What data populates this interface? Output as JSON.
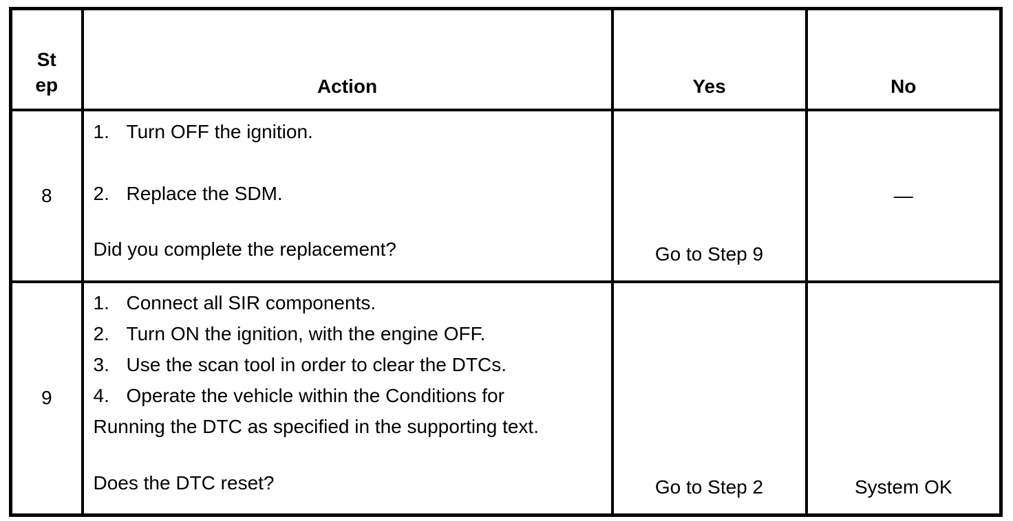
{
  "colors": {
    "border": "#000000",
    "text": "#000000",
    "background": "#ffffff"
  },
  "table": {
    "headers": {
      "step_lines": [
        "St",
        "ep"
      ],
      "action": "Action",
      "yes": "Yes",
      "no": "No"
    },
    "rows": [
      {
        "step": "8",
        "items": [
          {
            "num": "1.",
            "text": "Turn OFF the ignition."
          },
          {
            "num": "2.",
            "text": "Replace the SDM."
          }
        ],
        "question": "Did you complete the replacement?",
        "yes": "Go to Step 9",
        "no": "—"
      },
      {
        "step": "9",
        "items": [
          {
            "num": "1.",
            "text": "Connect all SIR components."
          },
          {
            "num": "2.",
            "text": "Turn ON the ignition, with the engine OFF."
          },
          {
            "num": "3.",
            "text": "Use the scan tool in order to clear the DTCs."
          },
          {
            "num": "4.",
            "text": "Operate the vehicle within the Conditions for"
          }
        ],
        "continuation": "Running the DTC as specified in the supporting text.",
        "question": "Does the DTC reset?",
        "yes": "Go to Step 2",
        "no": "System OK"
      }
    ]
  }
}
